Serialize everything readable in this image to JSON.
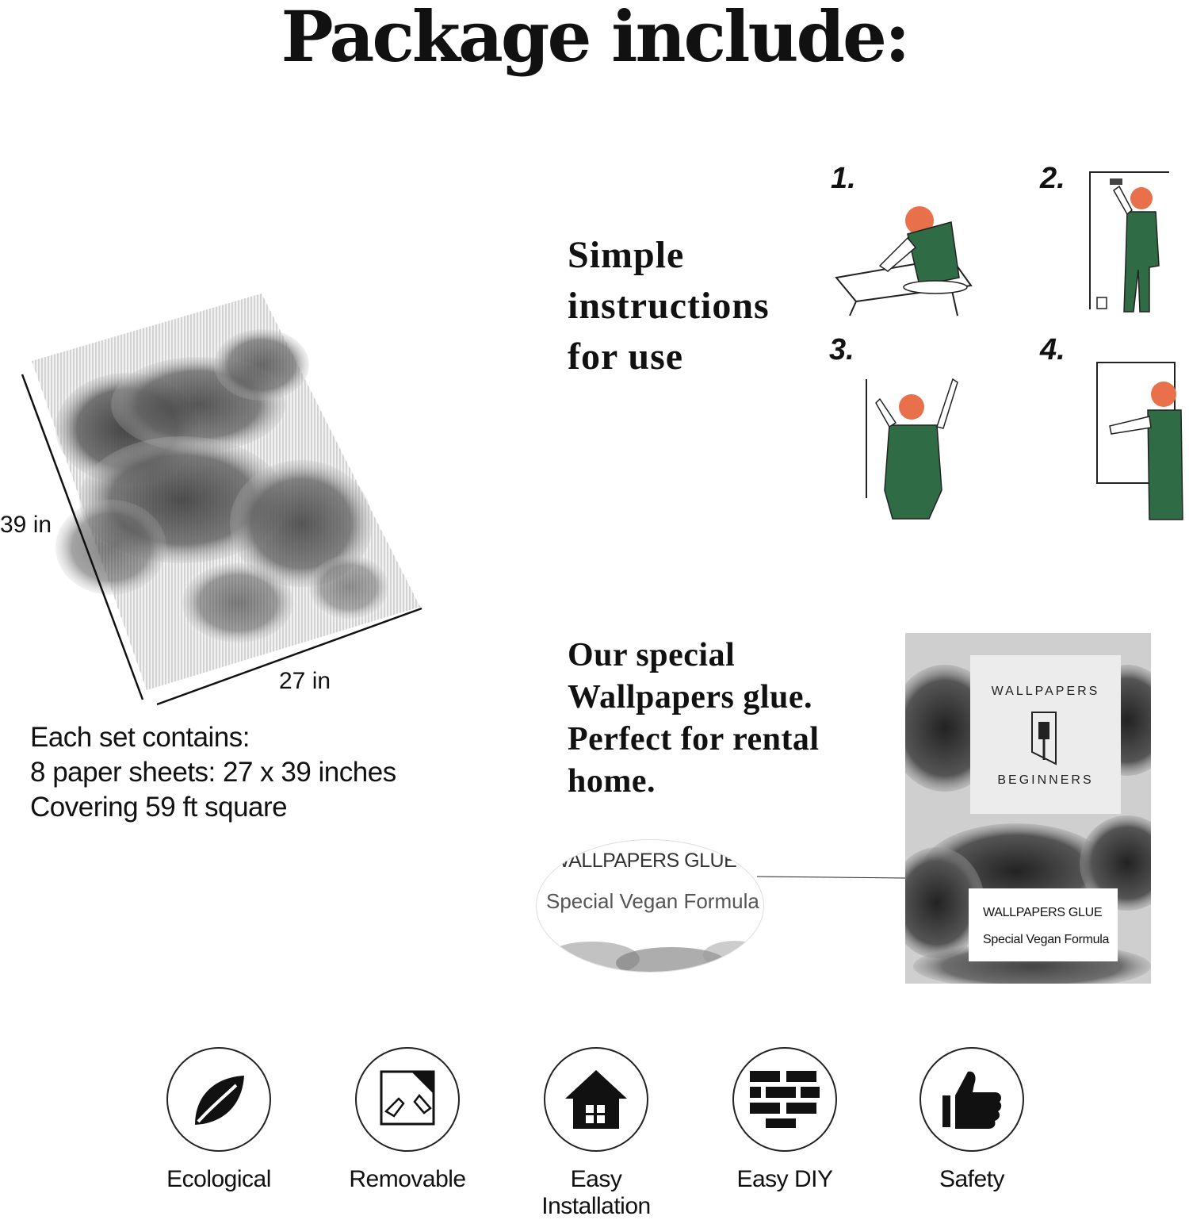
{
  "title": "Package include:",
  "dimensions": {
    "height": "39 in",
    "width": "27 in"
  },
  "set_info": {
    "line1": "Each set contains:",
    "line2": "8 paper sheets: 27 x 39 inches",
    "line3": "Covering 59 ft square"
  },
  "instructions": {
    "line1": "Simple",
    "line2": "instructions",
    "line3": "for use"
  },
  "steps": [
    "1.",
    "2.",
    "3.",
    "4."
  ],
  "glue_description": {
    "line1": "Our special",
    "line2": "Wallpapers glue.",
    "line3": "Perfect for rental",
    "line4": "home."
  },
  "glue_bubble": {
    "title": "WALLPAPERS GLUE",
    "subtitle": "Special  Vegan Formula"
  },
  "glue_package": {
    "brand_top": "WALLPAPERS",
    "brand_bottom": "BEGINNERS",
    "label_title": "WALLPAPERS GLUE",
    "label_subtitle": "Special Vegan Formula"
  },
  "features": [
    {
      "label": "Ecological",
      "icon": "leaf-icon"
    },
    {
      "label": "Removable",
      "icon": "peel-icon"
    },
    {
      "label": "Easy Installation",
      "icon": "house-icon"
    },
    {
      "label": "Easy DIY",
      "icon": "bricks-icon"
    },
    {
      "label": "Safety",
      "icon": "thumbs-up-icon"
    }
  ],
  "colors": {
    "overall_green": "#2f6b45",
    "hair_orange": "#e8704a",
    "ink": "#111111"
  }
}
